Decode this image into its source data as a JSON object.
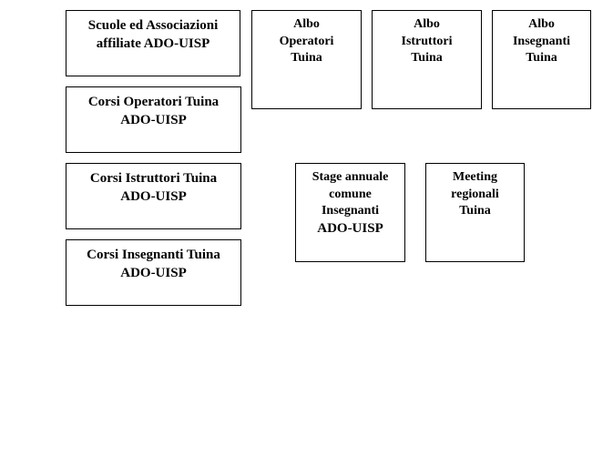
{
  "boxes": {
    "scuole": {
      "lines": [
        "Scuole ed Associazioni",
        "affiliate ADO-UISP"
      ]
    },
    "corsi_operatori": {
      "lines": [
        "Corsi Operatori Tuina",
        "ADO-UISP"
      ]
    },
    "corsi_istruttori": {
      "lines": [
        "Corsi Istruttori Tuina",
        "ADO-UISP"
      ]
    },
    "corsi_insegnanti": {
      "lines": [
        "Corsi Insegnanti Tuina",
        "ADO-UISP"
      ]
    },
    "albo_operatori": {
      "lines": [
        "Albo",
        "Operatori",
        "Tuina"
      ]
    },
    "albo_istruttori": {
      "lines": [
        "Albo",
        "Istruttori",
        "Tuina"
      ]
    },
    "albo_insegnanti": {
      "lines": [
        "Albo",
        "Insegnanti",
        "Tuina"
      ]
    },
    "stage": {
      "lines": [
        "Stage annuale",
        "comune",
        "Insegnanti",
        "ADO-UISP"
      ]
    },
    "meeting": {
      "lines": [
        "Meeting",
        "regionali",
        "Tuina"
      ]
    }
  }
}
